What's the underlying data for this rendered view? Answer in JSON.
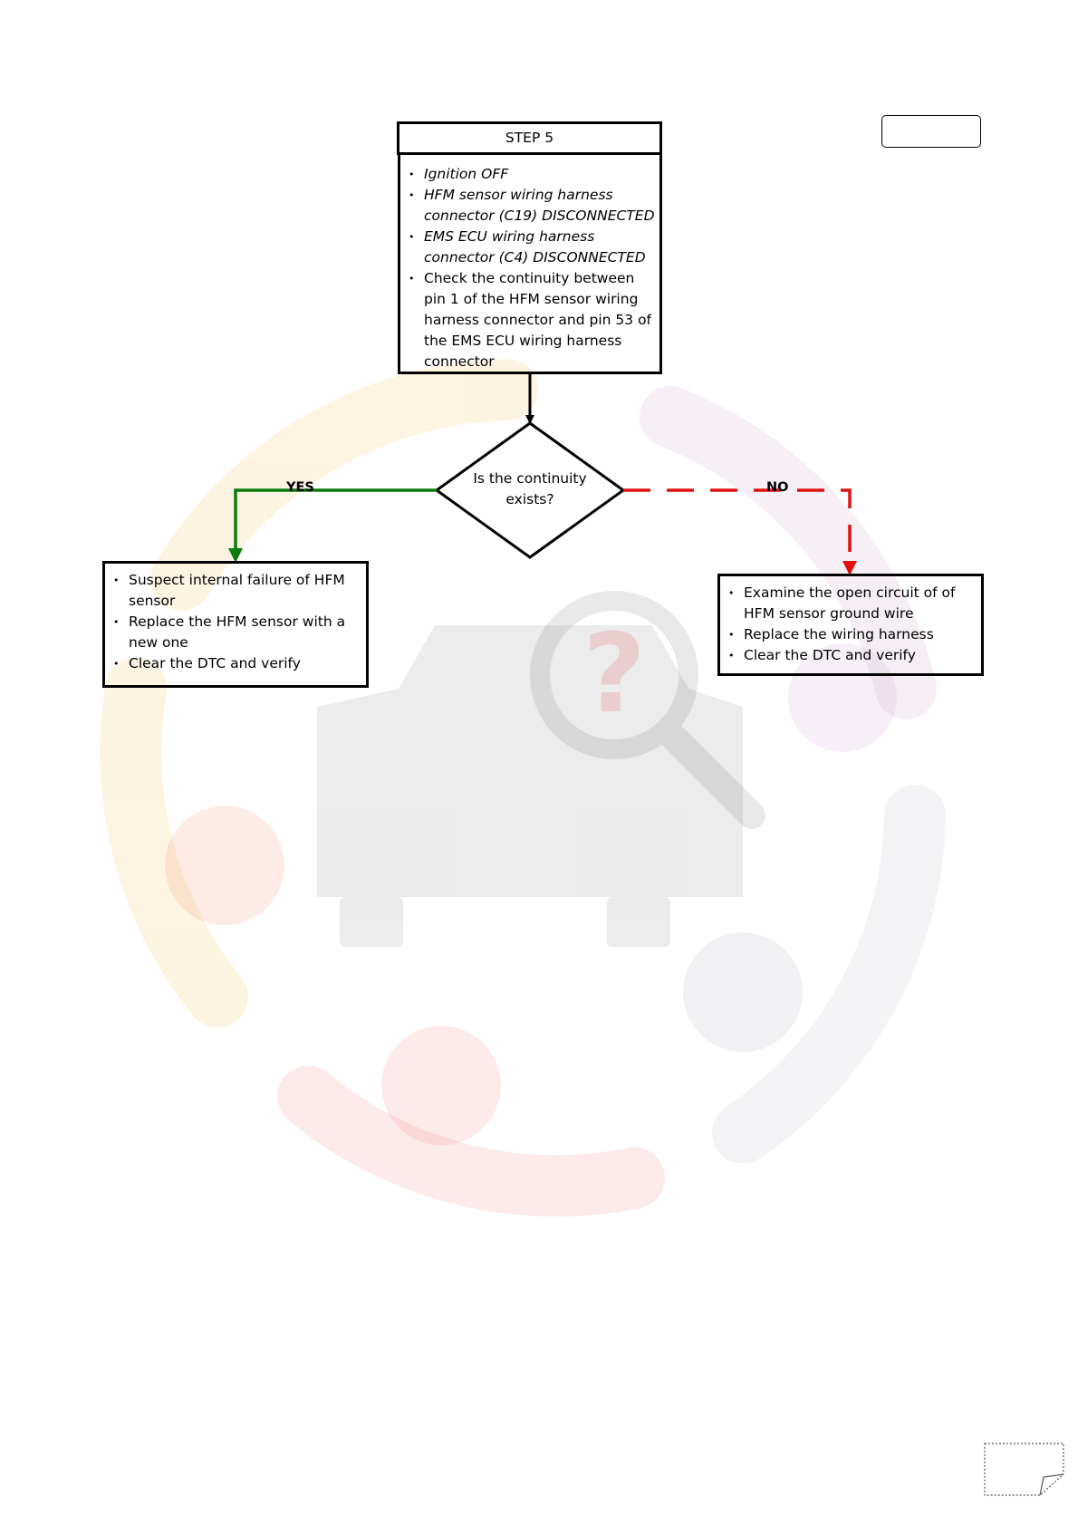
{
  "step": {
    "title": "STEP 5",
    "items": [
      "Ignition OFF",
      "HFM sensor  wiring harness connector (C19) DISCONNECTED",
      "EMS ECU wiring harness connector (C4) DISCONNECTED",
      "Check the continuity between pin 1 of the HFM sensor  wiring harness connector  and pin 53 of the EMS ECU wiring harness connector"
    ]
  },
  "decision": {
    "question": "Is the continuity exists?",
    "yes_label": "YES",
    "no_label": "NO"
  },
  "yes_box": {
    "items": [
      "Suspect internal failure of HFM sensor",
      "Replace the HFM sensor with a new one",
      "Clear the DTC and verify"
    ]
  },
  "no_box": {
    "items": [
      "Examine the open circuit of  of HFM sensor  ground wire",
      "Replace the wiring harness",
      "Clear the DTC and verify"
    ]
  },
  "colors": {
    "yes_line": "#0a7a0a",
    "no_line": "#e01010"
  }
}
